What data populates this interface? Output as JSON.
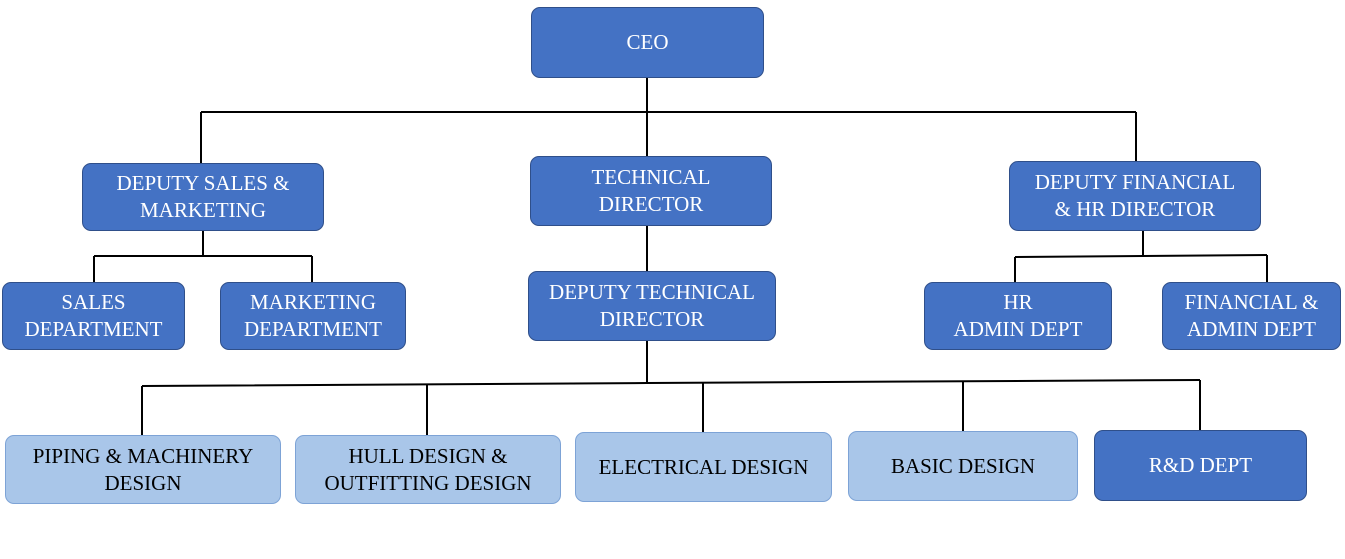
{
  "nodes": {
    "ceo": {
      "lines": [
        "CEO"
      ]
    },
    "deputy_sales": {
      "lines": [
        "DEPUTY SALES &",
        "MARKETING"
      ]
    },
    "technical_director": {
      "lines": [
        "TECHNICAL",
        "DIRECTOR"
      ]
    },
    "deputy_financial": {
      "lines": [
        "DEPUTY FINANCIAL",
        "& HR DIRECTOR"
      ]
    },
    "sales_department": {
      "lines": [
        "SALES",
        "DEPARTMENT"
      ]
    },
    "marketing_department": {
      "lines": [
        "MARKETING",
        "DEPARTMENT"
      ]
    },
    "deputy_technical": {
      "lines": [
        "DEPUTY TECHNICAL",
        "DIRECTOR"
      ]
    },
    "hr_admin": {
      "lines": [
        "HR",
        "ADMIN DEPT"
      ]
    },
    "financial_admin": {
      "lines": [
        "FINANCIAL &",
        "ADMIN DEPT"
      ]
    },
    "piping_machinery": {
      "lines": [
        "PIPING & MACHINERY",
        "DESIGN"
      ]
    },
    "hull_design": {
      "lines": [
        "HULL DESIGN &",
        "OUTFITTING DESIGN"
      ]
    },
    "electrical_design": {
      "lines": [
        "ELECTRICAL DESIGN"
      ]
    },
    "basic_design": {
      "lines": [
        "BASIC DESIGN"
      ]
    },
    "rd_dept": {
      "lines": [
        "R&D DEPT"
      ]
    }
  },
  "colors": {
    "dark_fill": "#4472c4",
    "light_fill": "#a9c6e9",
    "connector": "#000000"
  }
}
